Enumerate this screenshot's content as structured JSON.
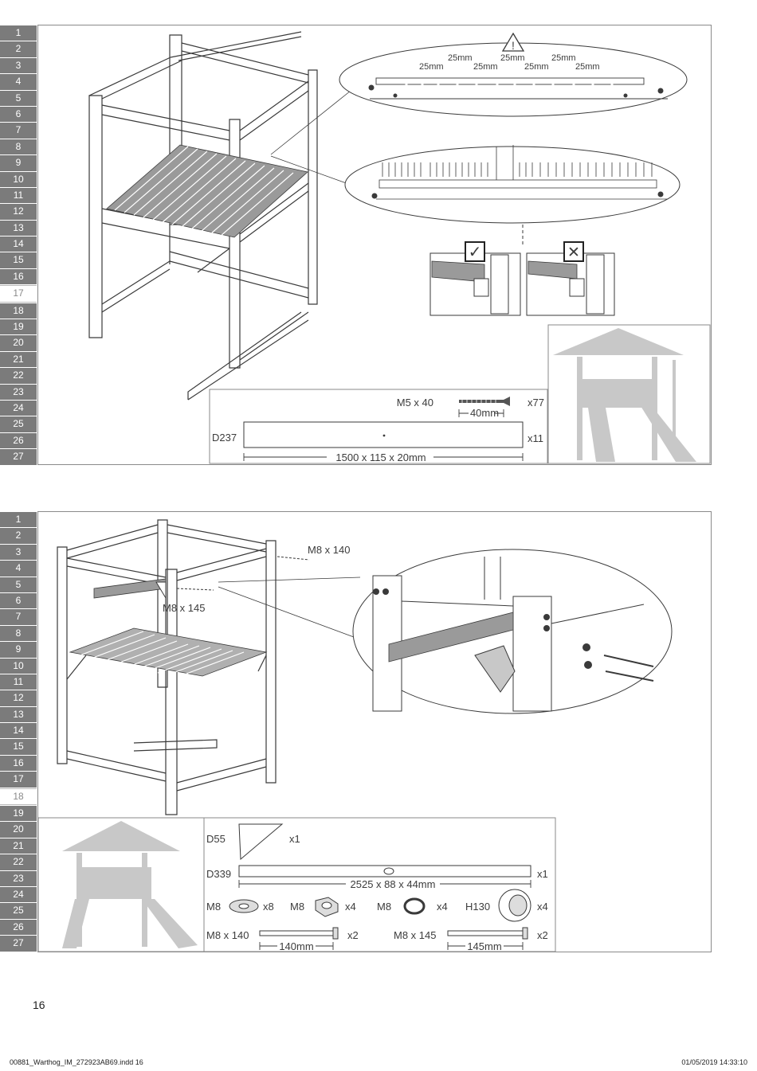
{
  "steps": [
    "1",
    "2",
    "3",
    "4",
    "5",
    "6",
    "7",
    "8",
    "9",
    "10",
    "11",
    "12",
    "13",
    "14",
    "15",
    "16",
    "17",
    "18",
    "19",
    "20",
    "21",
    "22",
    "23",
    "24",
    "25",
    "26",
    "27"
  ],
  "step_top": {
    "current": "17",
    "parts": {
      "screw_label": "M5 x 40",
      "screw_length": "40mm",
      "screw_qty": "x77",
      "board_label": "D237",
      "board_qty": "x11",
      "board_dims": "1500 x 115 x 20mm"
    },
    "spacing_labels": [
      "25mm",
      "25mm",
      "25mm",
      "25mm",
      "25mm",
      "25mm",
      "25mm"
    ],
    "warning_symbol": "!",
    "correct_symbol": "✓",
    "wrong_symbol": "✕"
  },
  "step_bottom": {
    "current": "18",
    "callouts": {
      "bolt_a": "M8 x 140",
      "bolt_b": "M8 x 145"
    },
    "parts": {
      "plate_label": "D55",
      "plate_qty": "x1",
      "beam_label": "D339",
      "beam_qty": "x1",
      "beam_dims": "2525 x 88 x 44mm",
      "washer_label": "M8",
      "washer_qty": "x8",
      "nut_label": "M8",
      "nut_qty": "x4",
      "spring_label": "M8",
      "spring_qty": "x4",
      "cap_label": "H130",
      "cap_qty": "x4",
      "bolt140_label": "M8 x 140",
      "bolt140_len": "140mm",
      "bolt140_qty": "x2",
      "bolt145_label": "M8 x 145",
      "bolt145_len": "145mm",
      "bolt145_qty": "x2"
    }
  },
  "page_number": "16",
  "footer": {
    "file": "00881_Warthog_IM_272923AB69.indd 16",
    "date": "01/05/2019   14:33:10"
  },
  "colors": {
    "step_tab": "#7b7b7b",
    "border": "#8a8a8a",
    "line": "#3a3a3a",
    "shade": "#9a9a9a"
  }
}
